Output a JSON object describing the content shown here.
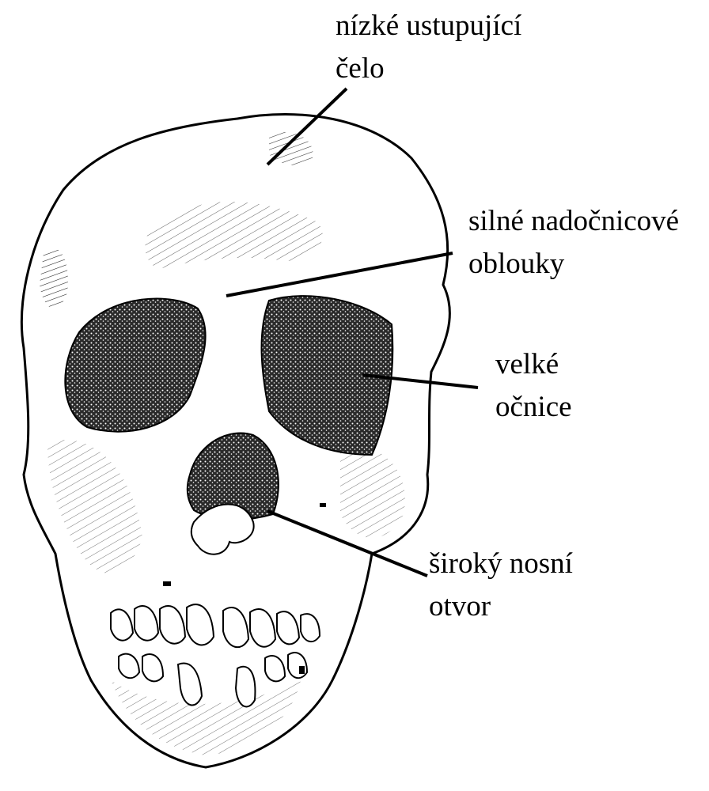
{
  "labels": [
    {
      "id": "forehead",
      "lines": [
        "nízké ustupující",
        "čelo"
      ]
    },
    {
      "id": "brow",
      "lines": [
        "silné nadočnicové",
        "oblouky"
      ]
    },
    {
      "id": "orbits",
      "lines": [
        "velké",
        "očnice"
      ]
    },
    {
      "id": "nasal",
      "lines": [
        "široký nosní",
        "otvor"
      ]
    }
  ],
  "colors": {
    "ink": "#000000",
    "paper": "#ffffff",
    "shade": "#1a1a1a"
  }
}
